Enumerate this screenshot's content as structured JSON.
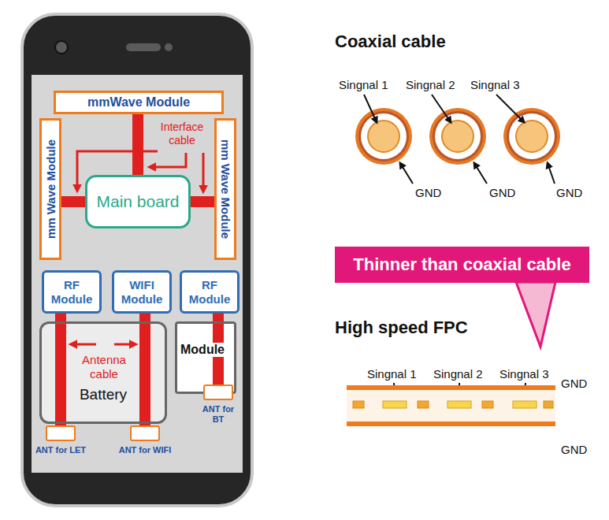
{
  "diagram": {
    "nodes": [
      {
        "text": [
          "mmWave Module"
        ]
      },
      {
        "text": [
          "mm Wave Module"
        ]
      },
      {
        "text": [
          "mm Wave Module"
        ]
      },
      {
        "text": [
          "Main board"
        ]
      },
      {
        "text": [
          "RF Module"
        ]
      },
      {
        "text": [
          "WIFI Module"
        ]
      },
      {
        "text": [
          "RF Module"
        ]
      },
      {
        "text": [
          "Battery"
        ]
      },
      {
        "text": [
          "Module"
        ]
      },
      {
        "text": [
          "ANT for LET"
        ]
      },
      {
        "text": [
          "ANT for WIFI"
        ]
      },
      {
        "text": [
          "ANT for BT"
        ]
      }
    ],
    "edges": [
      {
        "from": 0,
        "to": 3,
        "arrow": "none"
      },
      {
        "from": 1,
        "to": 3,
        "arrow": "none"
      },
      {
        "from": 2,
        "to": 3,
        "arrow": "none"
      },
      {
        "from": 4,
        "to": 9,
        "arrow": "none"
      },
      {
        "from": 5,
        "to": 10,
        "arrow": "none"
      },
      {
        "from": 6,
        "to": 11,
        "arrow": "none"
      }
    ],
    "labels": [
      "Interface cable",
      "Antenna cable",
      "Coaxial cable",
      "Singnal 1",
      "Singnal 2",
      "Singnal 3",
      "GND",
      "GND",
      "GND",
      "Thinner than coaxial cable",
      "High speed FPC",
      "Singnal 1",
      "Singnal 2",
      "Singnal 3",
      "GND",
      "GND"
    ]
  }
}
